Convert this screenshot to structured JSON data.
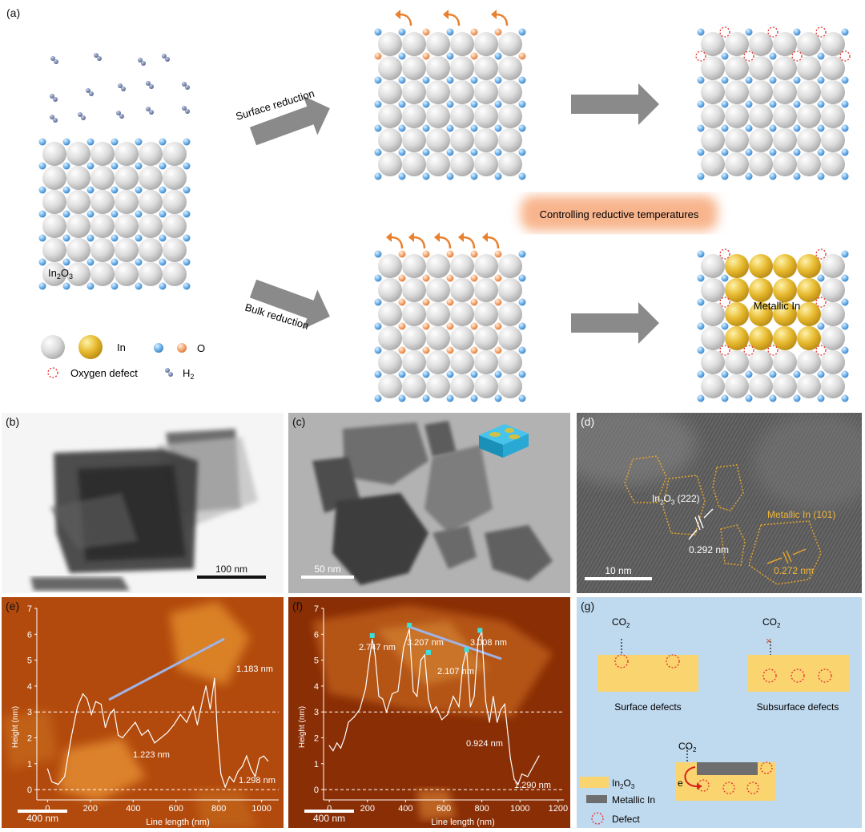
{
  "panel_a": {
    "label": "(a)",
    "surface_reduction": "Surface reduction",
    "bulk_reduction": "Bulk reduction",
    "controlling": "Controlling reductive temperatures",
    "in2o3_label": "In",
    "in2o3_sub1": "2",
    "in2o3_o": "O",
    "in2o3_sub2": "3",
    "metallic_in": "Metallic In",
    "legend": {
      "in": "In",
      "o": "O",
      "oxygen_defect": "Oxygen defect",
      "h2_h": "H",
      "h2_sub": "2"
    },
    "colors": {
      "in_atom": "#d4d4d4",
      "metal_in": "#e0b42a",
      "o_atom": "#6aaee6",
      "o_orange": "#f0a070",
      "arrow": "#8a8a8a",
      "defect": "#e53030",
      "glow": "#f7a878"
    }
  },
  "panel_b": {
    "label": "(b)",
    "scale": "100 nm"
  },
  "panel_c": {
    "label": "(c)",
    "scale": "50 nm"
  },
  "panel_d": {
    "label": "(d)",
    "scale": "10 nm",
    "metallic_label": "Metallic In (101)",
    "metallic_spacing": "0.272 nm",
    "in2o3_l1": "In",
    "in2o3_s1": "2",
    "in2o3_l2": "O",
    "in2o3_s2": "3",
    "in2o3_l3": " (222)",
    "in2o3_spacing": "0.292 nm"
  },
  "panel_e": {
    "label": "(e)",
    "scale": "400 nm",
    "ylabel": "Height (nm)",
    "xlabel": "Line length (nm)",
    "ann": [
      "1.183 nm",
      "1.223 nm",
      "1.298 nm"
    ]
  },
  "panel_f": {
    "label": "(f)",
    "scale": "400 nm",
    "ylabel": "Height (nm)",
    "xlabel": "Line length (nm)",
    "ann": [
      "2.747 nm",
      "3.207 nm",
      "3.008 nm",
      "2.107 nm",
      "0.924 nm",
      "1.290 nm"
    ]
  },
  "panel_g": {
    "label": "(g)",
    "co2_c": "CO",
    "co2_sub": "2",
    "surface_defects": "Surface defects",
    "subsurface_defects": "Subsurface defects",
    "cross": "×",
    "electron": "e",
    "legend_in2o3": "In",
    "legend_in2o3_s1": "2",
    "legend_in2o3_o": "O",
    "legend_in2o3_s2": "3",
    "legend_metallic": "Metallic In",
    "legend_defect": "Defect",
    "colors": {
      "bg": "#bfd9ee",
      "in2o3": "#fad46e",
      "metal": "#6e6e6e"
    }
  },
  "chart_data": [
    {
      "type": "line",
      "panel": "e",
      "xlabel": "Line length (nm)",
      "ylabel": "Height (nm)",
      "xlim": [
        -50,
        1080
      ],
      "ylim": [
        -0.4,
        7
      ],
      "xticks": [
        0,
        200,
        400,
        600,
        800,
        1000
      ],
      "yticks": [
        0,
        1,
        2,
        3,
        4,
        5,
        6,
        7
      ],
      "reference_lines": [
        0,
        3
      ],
      "series": [
        {
          "x": [
            0,
            20,
            50,
            80,
            110,
            140,
            165,
            185,
            205,
            225,
            250,
            270,
            290,
            310,
            330,
            350,
            380,
            410,
            440,
            470,
            500,
            530,
            560,
            590,
            620,
            650,
            680,
            700,
            720,
            740,
            760,
            780,
            795,
            810,
            830,
            850,
            870,
            890,
            910,
            930,
            950,
            970,
            990,
            1010,
            1030
          ],
          "y": [
            0.8,
            0.3,
            0.2,
            0.5,
            2.0,
            3.2,
            3.7,
            3.5,
            2.9,
            3.4,
            3.3,
            2.4,
            2.9,
            3.1,
            2.1,
            2.0,
            2.3,
            2.6,
            2.1,
            2.3,
            1.8,
            2.0,
            2.2,
            2.5,
            2.9,
            2.6,
            3.2,
            2.5,
            3.3,
            4.0,
            3.1,
            4.3,
            2.0,
            0.6,
            0.1,
            0.5,
            0.3,
            0.7,
            0.9,
            1.3,
            0.8,
            0.5,
            1.2,
            1.3,
            1.1
          ]
        }
      ]
    },
    {
      "type": "line",
      "panel": "f",
      "xlabel": "Line length (nm)",
      "ylabel": "Height (nm)",
      "xlim": [
        -30,
        1230
      ],
      "ylim": [
        -0.4,
        7
      ],
      "xticks": [
        0,
        200,
        400,
        600,
        800,
        1000,
        1200
      ],
      "yticks": [
        0,
        1,
        2,
        3,
        4,
        5,
        6,
        7
      ],
      "reference_lines": [
        0,
        3
      ],
      "series": [
        {
          "x": [
            0,
            20,
            40,
            60,
            80,
            100,
            130,
            160,
            190,
            210,
            225,
            240,
            260,
            280,
            300,
            330,
            360,
            390,
            420,
            440,
            460,
            480,
            500,
            520,
            540,
            560,
            590,
            620,
            650,
            680,
            700,
            720,
            740,
            760,
            780,
            800,
            820,
            840,
            860,
            880,
            900,
            920,
            950,
            970,
            990,
            1010,
            1040,
            1070,
            1100
          ],
          "y": [
            1.7,
            1.5,
            1.8,
            1.6,
            2.0,
            2.6,
            2.8,
            3.1,
            3.9,
            5.0,
            5.8,
            5.2,
            3.6,
            3.5,
            3.0,
            3.7,
            3.8,
            5.5,
            6.2,
            3.8,
            3.6,
            5.0,
            5.2,
            3.5,
            3.0,
            3.2,
            2.7,
            2.9,
            3.6,
            3.2,
            4.8,
            5.4,
            3.2,
            3.6,
            5.8,
            6.1,
            3.4,
            2.6,
            3.6,
            2.6,
            3.1,
            3.3,
            1.2,
            0.4,
            0.2,
            0.6,
            0.5,
            0.9,
            1.3
          ]
        }
      ]
    }
  ]
}
